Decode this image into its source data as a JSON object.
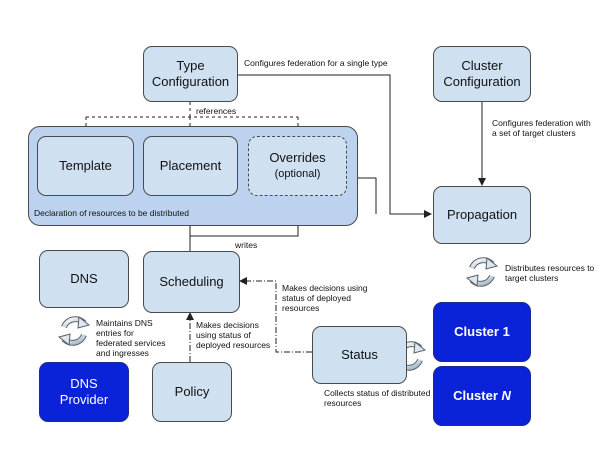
{
  "nodes": {
    "type_config": "Type\nConfiguration",
    "cluster_config": "Cluster\nConfiguration",
    "template": "Template",
    "placement": "Placement",
    "overrides": "Overrides",
    "overrides_sub": "(optional)",
    "propagation": "Propagation",
    "dns": "DNS",
    "scheduling": "Scheduling",
    "dns_provider": "DNS\nProvider",
    "policy": "Policy",
    "status": "Status",
    "cluster_1": "Cluster 1",
    "cluster_n_prefix": "Cluster ",
    "cluster_n_suffix": "N"
  },
  "labels": {
    "configures_single": "Configures federation for a single type",
    "configures_targets": "Configures federation with\na set of target clusters",
    "references": "references",
    "declaration": "Declaration of resources to be distributed",
    "writes": "writes",
    "distributes": "Distributes resources to\ntarget clusters",
    "decisions_status": "Makes decisions using\nstatus of deployed\nresources",
    "maintains_dns": "Maintains DNS\nentries for\nfederated services\nand ingresses",
    "decisions_policy": "Makes decisions\nusing status of\ndeployed resources",
    "collects": "Collects status of distributed\nresources"
  },
  "colors": {
    "box_fill": "#cfe0f1",
    "container_fill": "#bcd2ee",
    "cluster_fill": "#0a22d8",
    "line": "#222222"
  }
}
